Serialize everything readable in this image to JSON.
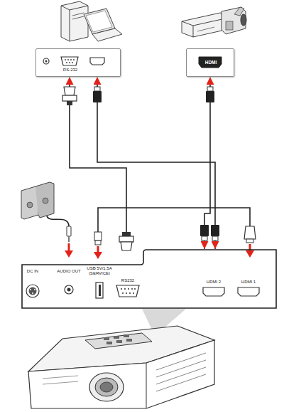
{
  "diagram": {
    "nodes": [
      {
        "text": [
          "RS-232"
        ]
      },
      {
        "text": [
          "HDMI"
        ]
      },
      {
        "text": [
          "DC IN",
          "AUDIO OUT",
          "USB 5V/1.5A (SERVICE)",
          "RS232",
          "HDMI 2",
          "HDMI 1"
        ]
      }
    ],
    "edges": [
      {
        "from": 0,
        "to": 2,
        "arrow": "both"
      },
      {
        "from": 0,
        "to": 2,
        "arrow": "both"
      },
      {
        "from": 1,
        "to": 2,
        "arrow": "both"
      }
    ]
  }
}
